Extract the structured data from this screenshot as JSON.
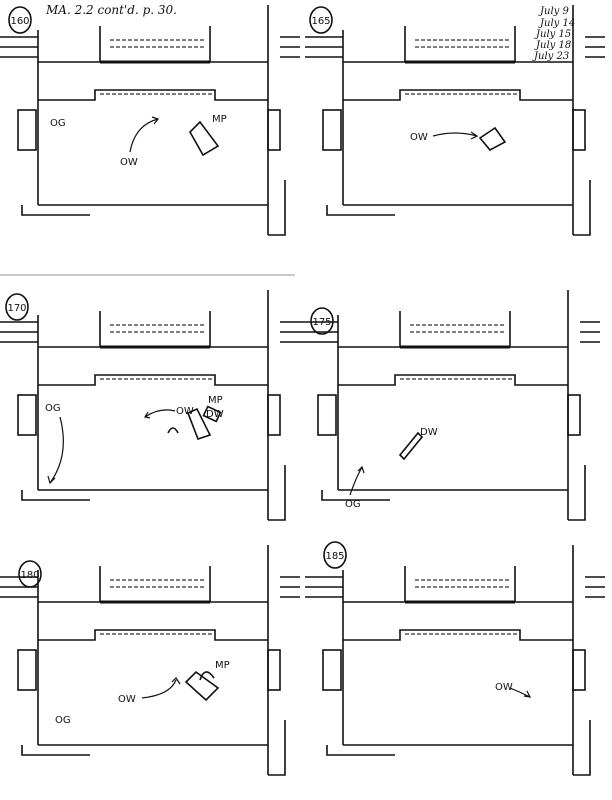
{
  "header": {
    "note": "MA. 2.2 cont'd. p. 30."
  },
  "dates": [
    "July 9",
    "July 14",
    "July 15",
    "July 18",
    "July 23"
  ],
  "panels": [
    {
      "number": "160",
      "labels": [
        "OG",
        "OW",
        "MP"
      ]
    },
    {
      "number": "165",
      "labels": [
        "OW"
      ]
    },
    {
      "number": "170",
      "labels": [
        "OG",
        "OW",
        "MP",
        "DW"
      ]
    },
    {
      "number": "175",
      "labels": [
        "DW",
        "OG"
      ]
    },
    {
      "number": "180",
      "labels": [
        "OG",
        "OW",
        "MP"
      ]
    },
    {
      "number": "185",
      "labels": [
        "OW"
      ]
    }
  ]
}
